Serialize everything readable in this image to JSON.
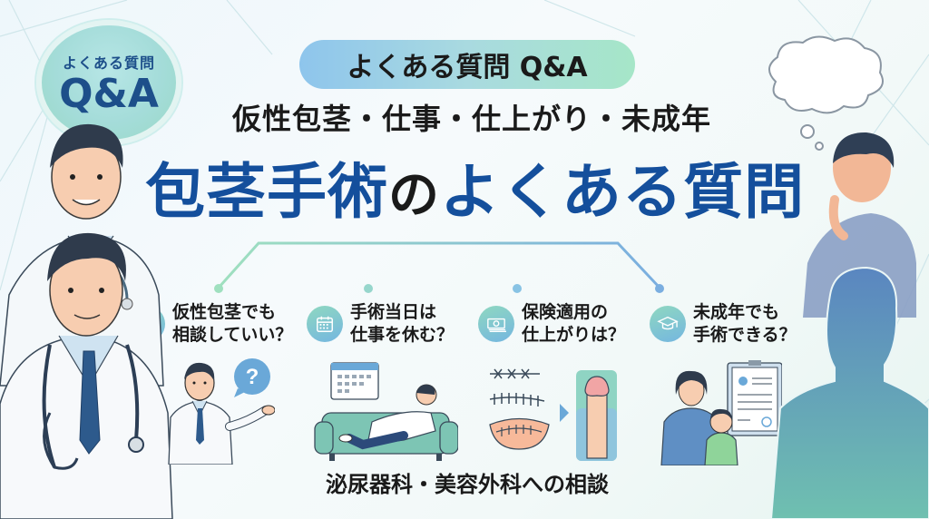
{
  "badge": {
    "sub_label": "よくある質問",
    "main_label": "Q&A"
  },
  "header": {
    "pill_label": "よくある質問 Q&A",
    "subtitle": "仮性包茎・仕事・仕上がり・未成年",
    "title_part1": "包茎手術",
    "title_particle": "の",
    "title_part2": "よくある質問"
  },
  "questions": [
    {
      "icon": "person-icon",
      "line1": "仮性包茎でも",
      "line2": "相談していい？"
    },
    {
      "icon": "calendar-icon",
      "line1": "手術当日は",
      "line2": "仕事を休む？"
    },
    {
      "icon": "money-icon",
      "line1": "保険適用の",
      "line2": "仕上がりは？"
    },
    {
      "icon": "graduation-cap-icon",
      "line1": "未成年でも",
      "line2": "手術できる？"
    }
  ],
  "speech_bubble": {
    "symbol": "?"
  },
  "footer": {
    "label": "泌尿器科・美容外科への相談"
  },
  "colors": {
    "title_blue": "#144f9c",
    "badge_blue": "#1d4f8a",
    "pill_left": "#8ec5ec",
    "pill_right": "#a6e6c8",
    "tree_green": "#9fe0bf",
    "tree_blue": "#7aaee0"
  }
}
